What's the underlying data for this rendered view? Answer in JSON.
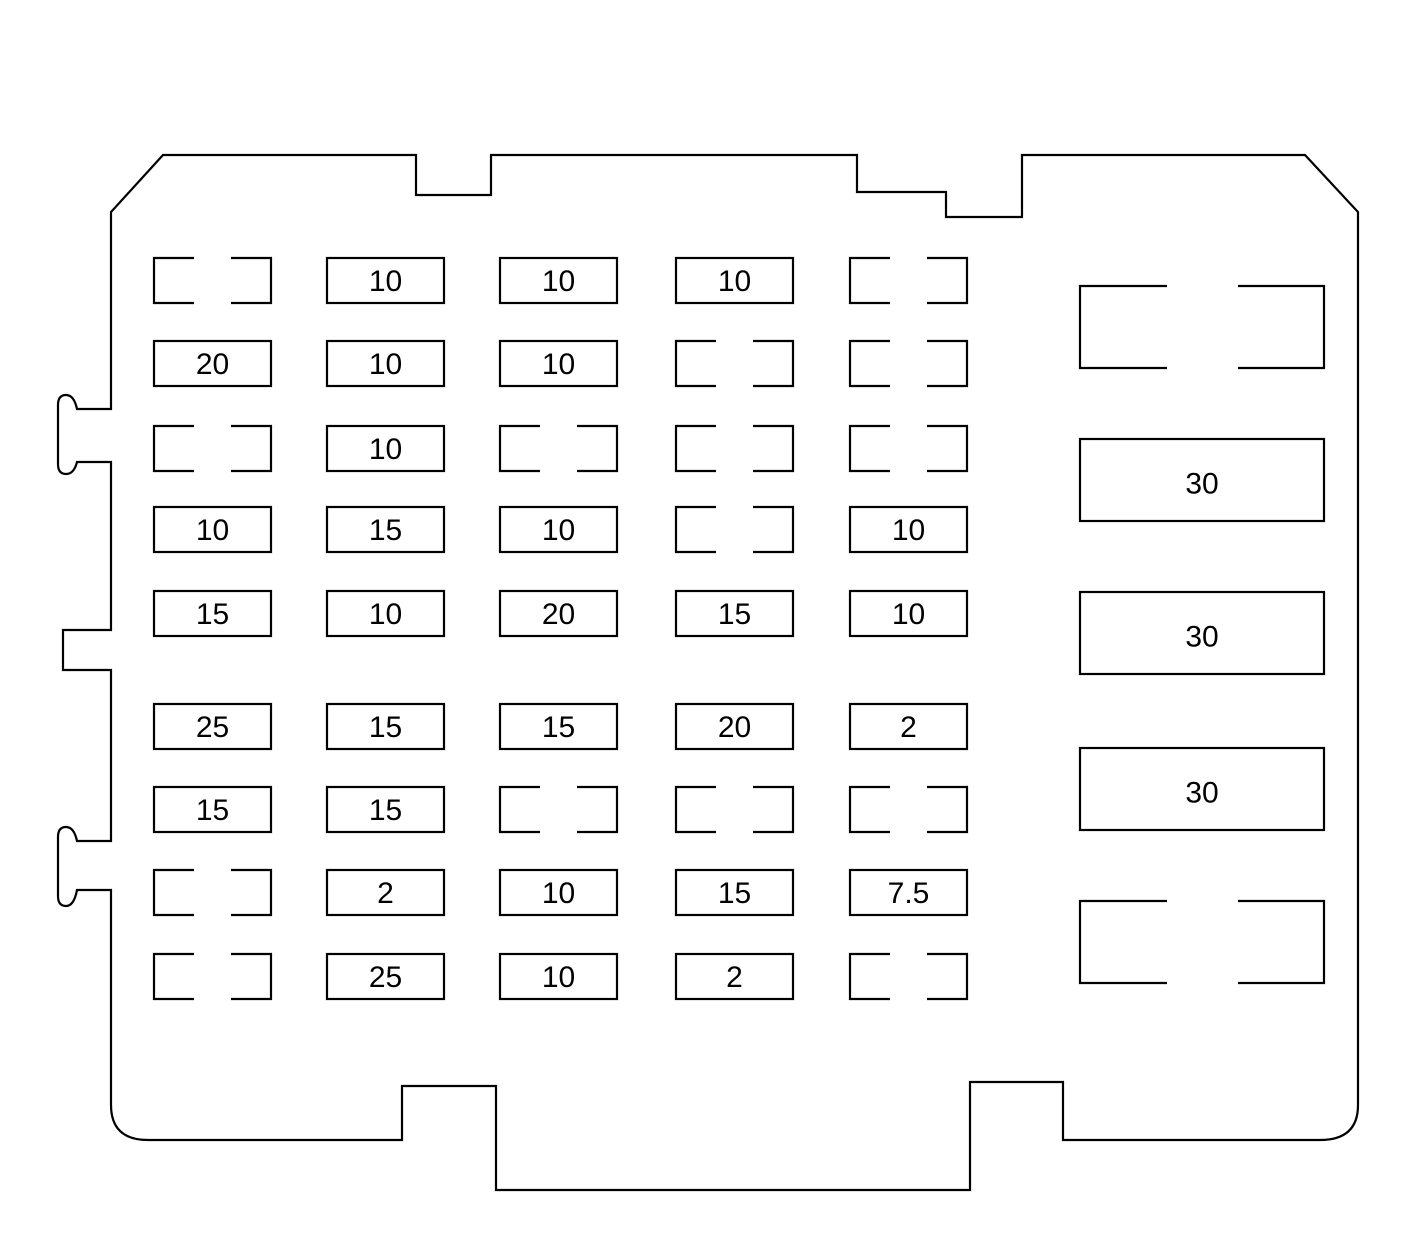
{
  "diagram": {
    "fuse_grid": [
      [
        "",
        "10",
        "10",
        "10",
        ""
      ],
      [
        "20",
        "10",
        "10",
        "",
        ""
      ],
      [
        "",
        "10",
        "",
        "",
        ""
      ],
      [
        "10",
        "15",
        "10",
        "",
        "10"
      ],
      [
        "15",
        "10",
        "20",
        "15",
        "10"
      ],
      [
        "25",
        "15",
        "15",
        "20",
        "2"
      ],
      [
        "15",
        "15",
        "",
        "",
        ""
      ],
      [
        "",
        "2",
        "10",
        "15",
        "7.5"
      ],
      [
        "",
        "25",
        "10",
        "2",
        ""
      ]
    ],
    "large_fuses": [
      "",
      "30",
      "30",
      "30",
      ""
    ]
  }
}
